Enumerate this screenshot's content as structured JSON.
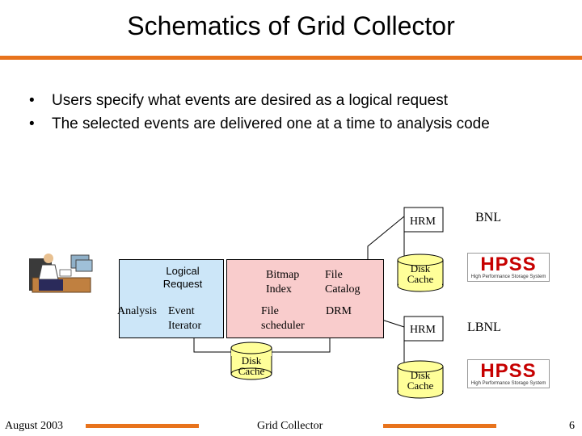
{
  "title": "Schematics of Grid Collector",
  "bullets": [
    "Users specify what events are desired as a logical request",
    "The selected events are delivered one at a time to analysis code"
  ],
  "diagram": {
    "logical_request": "Logical\nRequest",
    "analysis": "Analysis",
    "event_iterator": "Event\nIterator",
    "bitmap_index": "Bitmap\nIndex",
    "file_catalog": "File\nCatalog",
    "file_scheduler": "File\nscheduler",
    "drm": "DRM",
    "disk_cache_local": "Disk\nCache",
    "hrm_top": "HRM",
    "hrm_bottom": "HRM",
    "disk_cache_top": "Disk\nCache",
    "disk_cache_bottom": "Disk\nCache",
    "bnl": "BNL",
    "lbnl": "LBNL",
    "hpss_logo": "HPSS",
    "hpss_subtitle": "High Performance Storage System"
  },
  "footer": {
    "date": "August 2003",
    "center": "Grid Collector",
    "page": "6"
  },
  "colors": {
    "accent": "#e8731c",
    "user_box": "#cce6f8",
    "collector_box": "#f9cccc",
    "cache_fill": "#ffff99",
    "hpss_red": "#c60000"
  }
}
